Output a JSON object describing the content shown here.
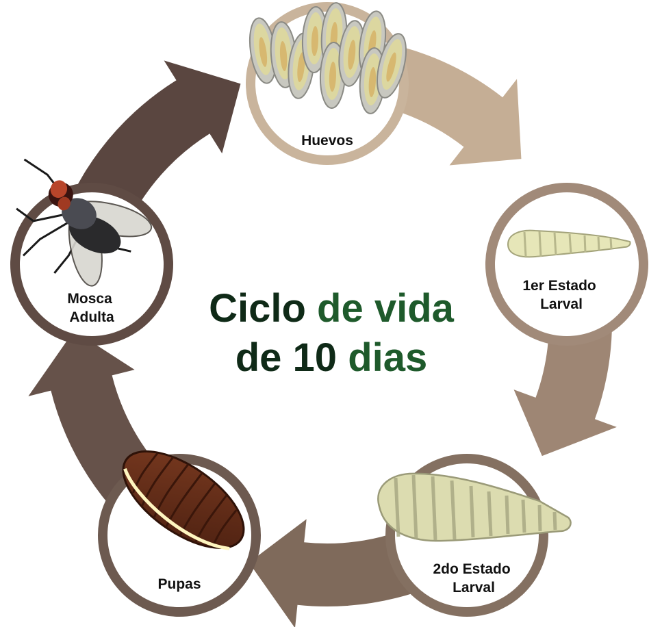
{
  "title": {
    "line1_part1": "Ciclo",
    "line1_part2": "de vida",
    "line2_part1": "de 10",
    "line2_part2": "dias"
  },
  "stages": [
    {
      "id": "eggs",
      "label_lines": [
        "Huevos"
      ],
      "icon": "eggs-icon"
    },
    {
      "id": "larva1",
      "label_lines": [
        "1er Estado",
        "Larval"
      ],
      "icon": "larva-small-icon"
    },
    {
      "id": "larva2",
      "label_lines": [
        "2do Estado",
        "Larval"
      ],
      "icon": "larva-large-icon"
    },
    {
      "id": "pupa",
      "label_lines": [
        "Pupas"
      ],
      "icon": "pupa-icon"
    },
    {
      "id": "adult",
      "label_lines": [
        "Mosca",
        "Adulta"
      ],
      "icon": "fly-icon"
    }
  ],
  "colors": {
    "title_dark": "#0f2a17",
    "title_green": "#1e5a2b",
    "arrow_eggs": "#c5ae95",
    "arrow_larva1": "#9e8674",
    "arrow_larva2": "#7f6a5b",
    "arrow_pupa": "#66524a",
    "arrow_adult": "#5a4640",
    "ring_eggs": "#c9b49c",
    "ring_larva1": "#a18a79",
    "ring_larva2": "#847061",
    "ring_pupa": "#6d5a50",
    "ring_adult": "#5f4b44"
  }
}
